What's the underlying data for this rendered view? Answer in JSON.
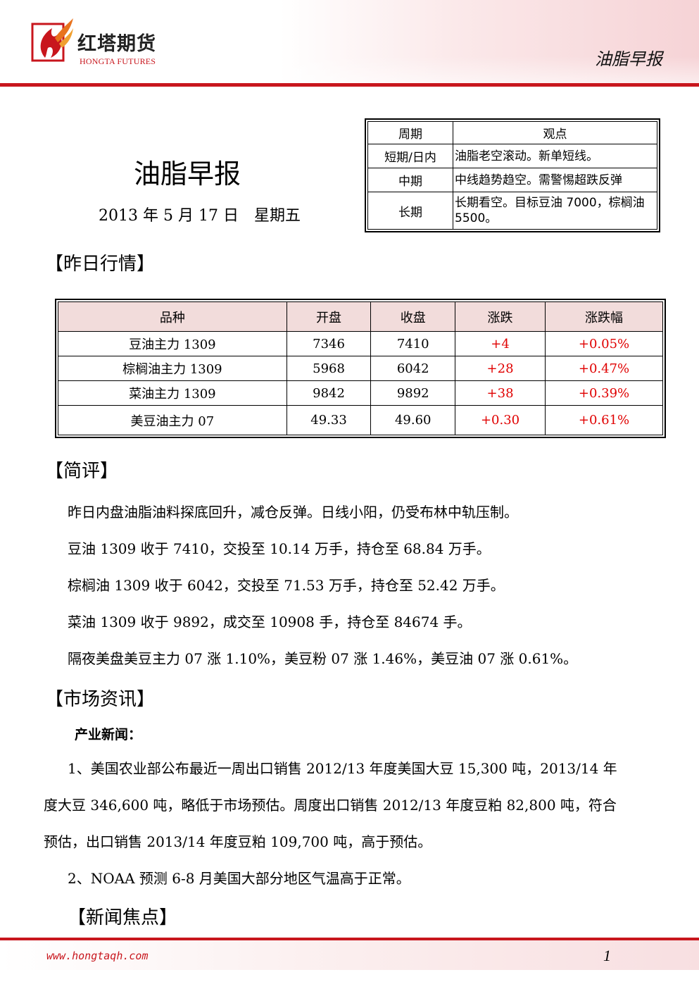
{
  "header": {
    "brand_cn": "红塔期货",
    "brand_en": "HONGTA FUTURES",
    "report_name": "油脂早报",
    "accent_color": "#c8161d",
    "logo_icon": "flame-logo-icon"
  },
  "title": {
    "main": "油脂早报",
    "date": "2013 年 5 月 17 日　星期五"
  },
  "outlook": {
    "headers": [
      "周期",
      "观点"
    ],
    "rows": [
      {
        "period": "短期/日内",
        "view": "油脂老空滚动。新单短线。"
      },
      {
        "period": "中期",
        "view": "中线趋势趋空。需警惕超跌反弹"
      },
      {
        "period": "长期",
        "view": "长期看空。目标豆油 7000，棕榈油 5500。"
      }
    ]
  },
  "market": {
    "heading": "【昨日行情】",
    "headers": [
      "品种",
      "开盘",
      "收盘",
      "涨跌",
      "涨跌幅"
    ],
    "rows": [
      {
        "name": "豆油主力 1309",
        "open": "7346",
        "close": "7410",
        "change": "+4",
        "pct": "+0.05%"
      },
      {
        "name": "棕榈油主力 1309",
        "open": "5968",
        "close": "6042",
        "change": "+28",
        "pct": "+0.47%"
      },
      {
        "name": "菜油主力 1309",
        "open": "9842",
        "close": "9892",
        "change": "+38",
        "pct": "+0.39%"
      },
      {
        "name": "美豆油主力 07",
        "open": "49.33",
        "close": "49.60",
        "change": "+0.30",
        "pct": "+0.61%"
      }
    ],
    "up_color": "#e00000",
    "header_bg": "#f2dcdb"
  },
  "comment": {
    "heading": "【简评】",
    "lines": [
      "昨日内盘油脂油料探底回升，减仓反弹。日线小阳，仍受布林中轨压制。",
      "豆油 1309 收于 7410，交投至 10.14 万手，持仓至 68.84 万手。",
      "棕榈油 1309 收于 6042，交投至 71.53 万手，持仓至 52.42 万手。",
      "菜油 1309 收于 9892，成交至 10908 手，持仓至 84674 手。",
      "隔夜美盘美豆主力 07 涨 1.10%，美豆粉 07 涨 1.46%，美豆油 07 涨 0.61%。"
    ]
  },
  "news": {
    "heading": "【市场资讯】",
    "sub_heading": "产业新闻：",
    "item1_lines": [
      "1、美国农业部公布最近一周出口销售 2012/13 年度美国大豆 15,300 吨，2013/14 年",
      "度大豆 346,600 吨，略低于市场预估。周度出口销售 2012/13 年度豆粕 82,800 吨，符合",
      "预估，出口销售 2013/14 年度豆粕 109,700 吨，高于预估。"
    ],
    "item2": "2、NOAA 预测 6-8 月美国大部分地区气温高于正常。"
  },
  "focus": {
    "heading": "【新闻焦点】"
  },
  "footer": {
    "url": "www.hongtaqh.com",
    "page": "1"
  }
}
